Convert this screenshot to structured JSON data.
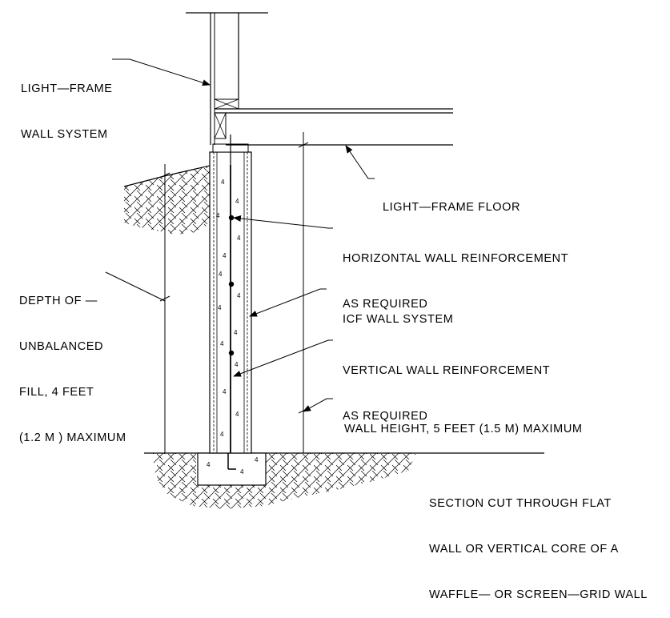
{
  "labels": {
    "light_frame_wall": [
      "LIGHT—FRAME",
      "WALL SYSTEM"
    ],
    "light_frame_floor": "LIGHT—FRAME FLOOR",
    "horizontal_reinforcement": [
      "HORIZONTAL WALL REINFORCEMENT",
      "AS REQUIRED"
    ],
    "depth_of_fill": [
      "DEPTH OF —",
      "UNBALANCED",
      "FILL, 4 FEET",
      "(1.2 M ) MAXIMUM"
    ],
    "icf_wall": "ICF WALL SYSTEM",
    "vertical_reinforcement": [
      "VERTICAL WALL REINFORCEMENT",
      "AS REQUIRED"
    ],
    "wall_height": "WALL HEIGHT, 5 FEET (1.5 M) MAXIMUM",
    "section_note": [
      "SECTION CUT THROUGH FLAT",
      "WALL OR VERTICAL CORE OF A",
      "WAFFLE— OR SCREEN—GRID WALL"
    ]
  },
  "colors": {
    "line": "#000000",
    "background": "#ffffff"
  }
}
